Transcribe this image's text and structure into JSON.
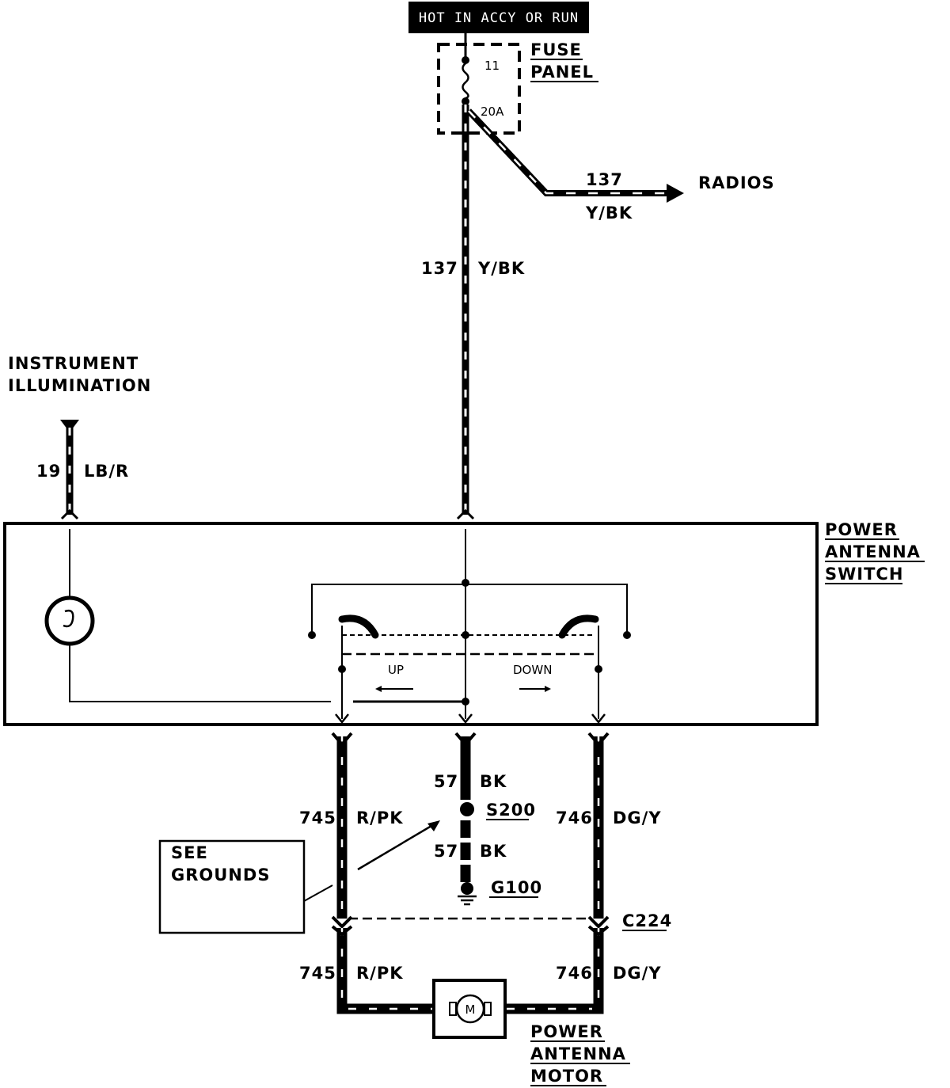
{
  "header": {
    "power_source": "HOT IN ACCY OR RUN"
  },
  "fuse_panel": {
    "title_line1": "FUSE",
    "title_line2": "PANEL",
    "fuse_number": "11",
    "fuse_rating": "20A"
  },
  "radio_feed": {
    "circuit": "137",
    "color": "Y/BK",
    "destination": "RADIOS"
  },
  "main_feed": {
    "circuit": "137",
    "color": "Y/BK"
  },
  "illumination": {
    "title_line1": "INSTRUMENT",
    "title_line2": "ILLUMINATION",
    "circuit": "19",
    "color": "LB/R"
  },
  "switch": {
    "title_line1": "POWER",
    "title_line2": "ANTENNA",
    "title_line3": "SWITCH",
    "up_label": "UP",
    "down_label": "DOWN"
  },
  "ground_circuit": {
    "upper_circuit": "57",
    "upper_color": "BK",
    "splice": "S200",
    "lower_circuit": "57",
    "lower_color": "BK",
    "ground_point": "G100"
  },
  "left_wire": {
    "circuit_upper": "745",
    "color_upper": "R/PK",
    "circuit_lower": "745",
    "color_lower": "R/PK"
  },
  "right_wire": {
    "circuit_upper": "746",
    "color_upper": "DG/Y",
    "circuit_lower": "746",
    "color_lower": "DG/Y"
  },
  "connector": {
    "name": "C224"
  },
  "see_grounds": {
    "line1": "SEE",
    "line2": "GROUNDS"
  },
  "motor": {
    "symbol": "M",
    "title_line1": "POWER",
    "title_line2": "ANTENNA",
    "title_line3": "MOTOR"
  }
}
